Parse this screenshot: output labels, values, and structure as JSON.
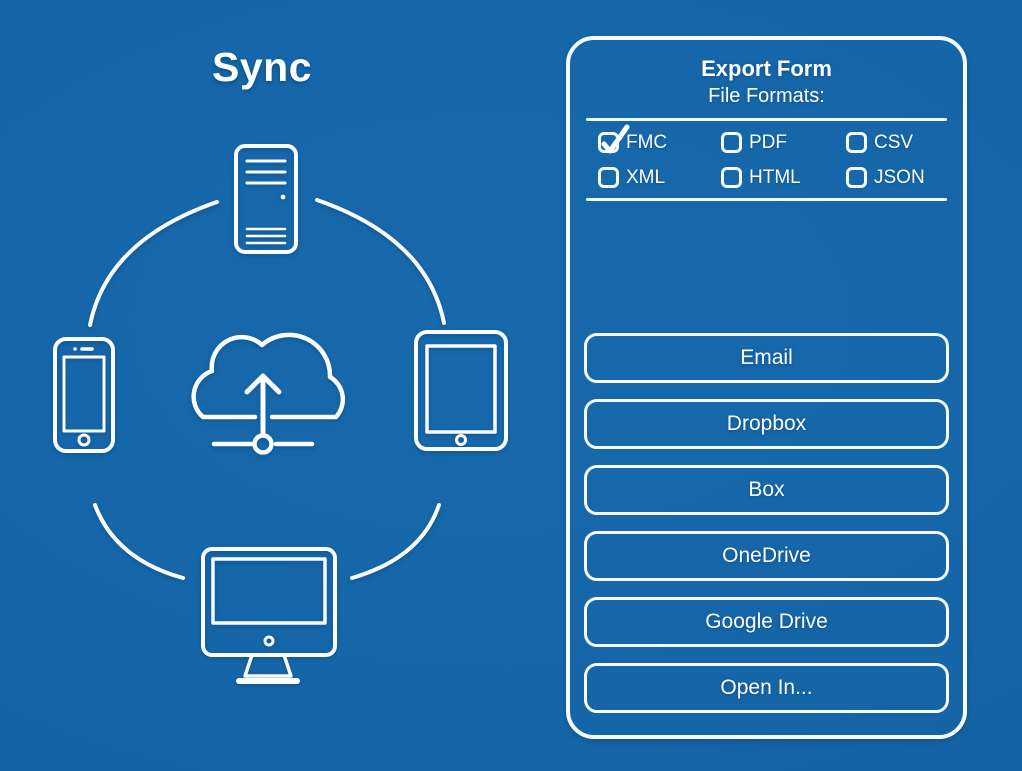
{
  "sync": {
    "title": "Sync",
    "hub_icon": "cloud-upload-icon",
    "device_icons": [
      "server-icon",
      "smartphone-icon",
      "tablet-icon",
      "desktop-icon"
    ]
  },
  "export_panel": {
    "title": "Export Form",
    "subtitle": "File Formats:",
    "formats": [
      {
        "label": "FMC",
        "checked": true
      },
      {
        "label": "PDF",
        "checked": false
      },
      {
        "label": "CSV",
        "checked": false
      },
      {
        "label": "XML",
        "checked": false
      },
      {
        "label": "HTML",
        "checked": false
      },
      {
        "label": "JSON",
        "checked": false
      }
    ],
    "destinations": [
      "Email",
      "Dropbox",
      "Box",
      "OneDrive",
      "Google Drive",
      "Open In..."
    ]
  },
  "colors": {
    "background": "#1566a8",
    "line": "#fafcff",
    "text": "#ffffff"
  }
}
